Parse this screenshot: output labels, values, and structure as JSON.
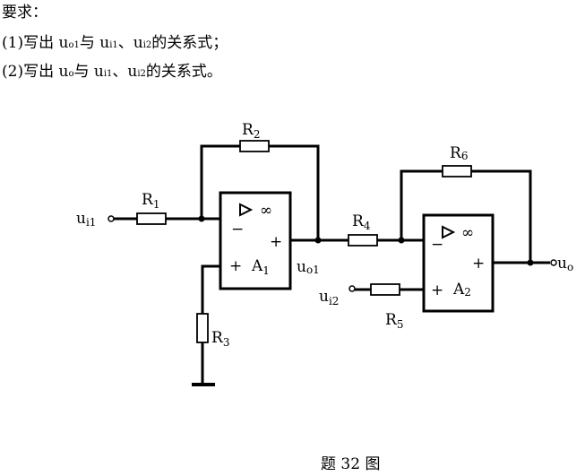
{
  "requirements": {
    "title": "要求：",
    "items": [
      {
        "prefix": "(1)写出 u",
        "sub1": "o1",
        "mid1": "与 u",
        "sub2": "i1",
        "mid2": "、u",
        "sub3": "i2",
        "suffix": "的关系式；"
      },
      {
        "prefix": "(2)写出 u",
        "sub1": "o",
        "mid1": "与 u",
        "sub2": "i1",
        "mid2": "、u",
        "sub3": "i2",
        "suffix": "的关系式。"
      }
    ]
  },
  "circuit": {
    "labels": {
      "R1": "R",
      "R1_sub": "1",
      "R2": "R",
      "R2_sub": "2",
      "R3": "R",
      "R3_sub": "3",
      "R4": "R",
      "R4_sub": "4",
      "R5": "R",
      "R5_sub": "5",
      "R6": "R",
      "R6_sub": "6",
      "ui1": "u",
      "ui1_sub": "i1",
      "ui2": "u",
      "ui2_sub": "i2",
      "uo1": "u",
      "uo1_sub": "o1",
      "uo": "u",
      "uo_sub": "o",
      "A1": "A",
      "A1_sub": "1",
      "A2": "A",
      "A2_sub": "2",
      "minus": "−",
      "plus": "+",
      "infinity": "∞"
    }
  },
  "caption": "题 32 图"
}
